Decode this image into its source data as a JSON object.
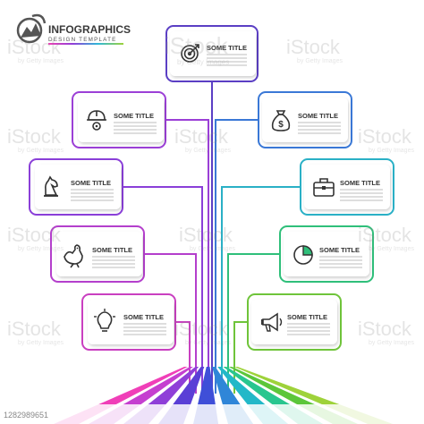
{
  "header": {
    "title": "INFOGRAPHICS",
    "subtitle": "DESIGN TEMPLATE"
  },
  "cards": [
    {
      "title": "SOME TITLE",
      "icon": "target-icon",
      "color": "#5b3fc4"
    },
    {
      "title": "SOME TITLE",
      "icon": "hard-hat-gear-icon",
      "color": "#9b3fd6"
    },
    {
      "title": "SOME TITLE",
      "icon": "money-bag-icon",
      "color": "#3a78d6"
    },
    {
      "title": "SOME TITLE",
      "icon": "chess-knight-icon",
      "color": "#8a3fd8"
    },
    {
      "title": "SOME TITLE",
      "icon": "briefcase-icon",
      "color": "#2ab0c6"
    },
    {
      "title": "SOME TITLE",
      "icon": "hen-icon",
      "color": "#b43fcc"
    },
    {
      "title": "SOME TITLE",
      "icon": "pie-chart-icon",
      "color": "#2fbf7a"
    },
    {
      "title": "SOME TITLE",
      "icon": "lightbulb-icon",
      "color": "#c93fc0"
    },
    {
      "title": "SOME TITLE",
      "icon": "megaphone-icon",
      "color": "#6fc43a"
    }
  ],
  "watermark": {
    "brand": "iStock",
    "credit": "by Getty Images",
    "id": "1282989651"
  },
  "fan_colors": [
    "#f03fb8",
    "#c53fd0",
    "#8f3fd8",
    "#5a3fd6",
    "#3f4fd8",
    "#2f86d8",
    "#22b8c8",
    "#29c68f",
    "#5cc63a",
    "#9ed23a"
  ]
}
